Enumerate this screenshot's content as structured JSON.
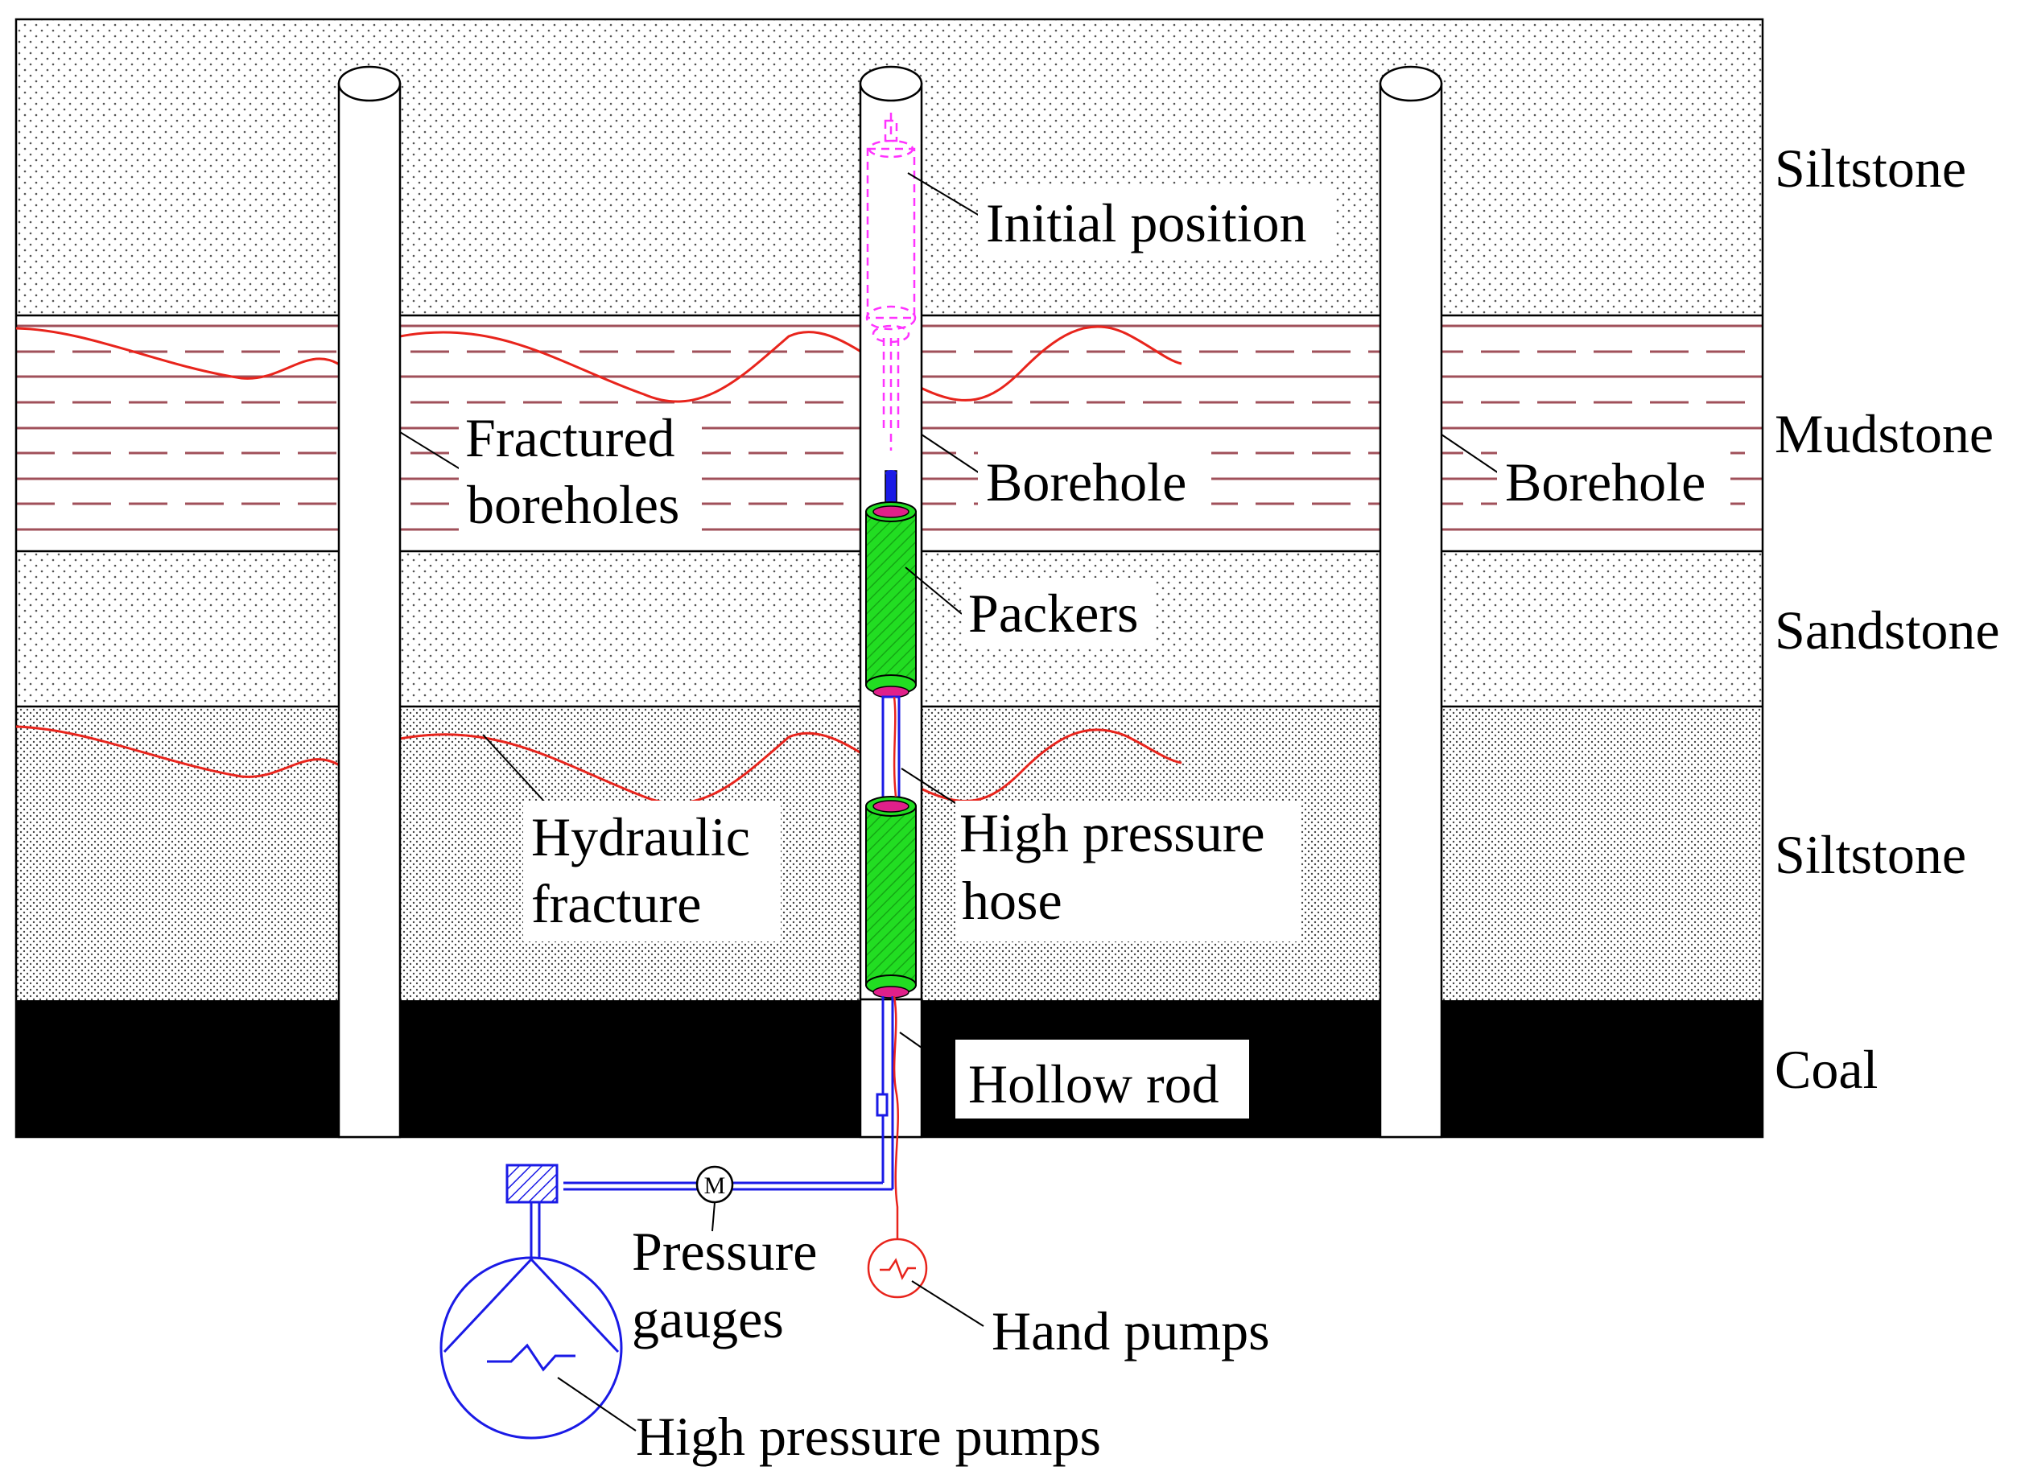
{
  "layers": [
    {
      "key": "siltstone_top",
      "label": "Siltstone"
    },
    {
      "key": "mudstone",
      "label": "Mudstone"
    },
    {
      "key": "sandstone",
      "label": "Sandstone"
    },
    {
      "key": "siltstone_bottom",
      "label": "Siltstone"
    },
    {
      "key": "coal",
      "label": "Coal"
    }
  ],
  "labels": {
    "initial_position": "Initial position",
    "fractured_boreholes_line1": "Fractured",
    "fractured_boreholes_line2": "boreholes",
    "borehole_center": "Borehole",
    "borehole_right": "Borehole",
    "packers": "Packers",
    "hydraulic_fracture_line1": "Hydraulic",
    "hydraulic_fracture_line2": "fracture",
    "high_pressure_hose_line1": "High pressure",
    "high_pressure_hose_line2": "hose",
    "hollow_rod": "Hollow rod",
    "pressure_gauges_line1": "Pressure",
    "pressure_gauges_line2": "gauges",
    "gauge_symbol": "M",
    "hand_pumps": "Hand pumps",
    "high_pressure_pumps": "High pressure pumps"
  },
  "colors": {
    "fracture": "#e8241c",
    "mudstone_lines": "#a0505a",
    "packer": "#22dd22",
    "packer_end": "#e0208a",
    "pump_line": "#1a1ae6",
    "hose": "#e8241c",
    "initial_outline": "#ff33ff",
    "coal": "#000000"
  }
}
